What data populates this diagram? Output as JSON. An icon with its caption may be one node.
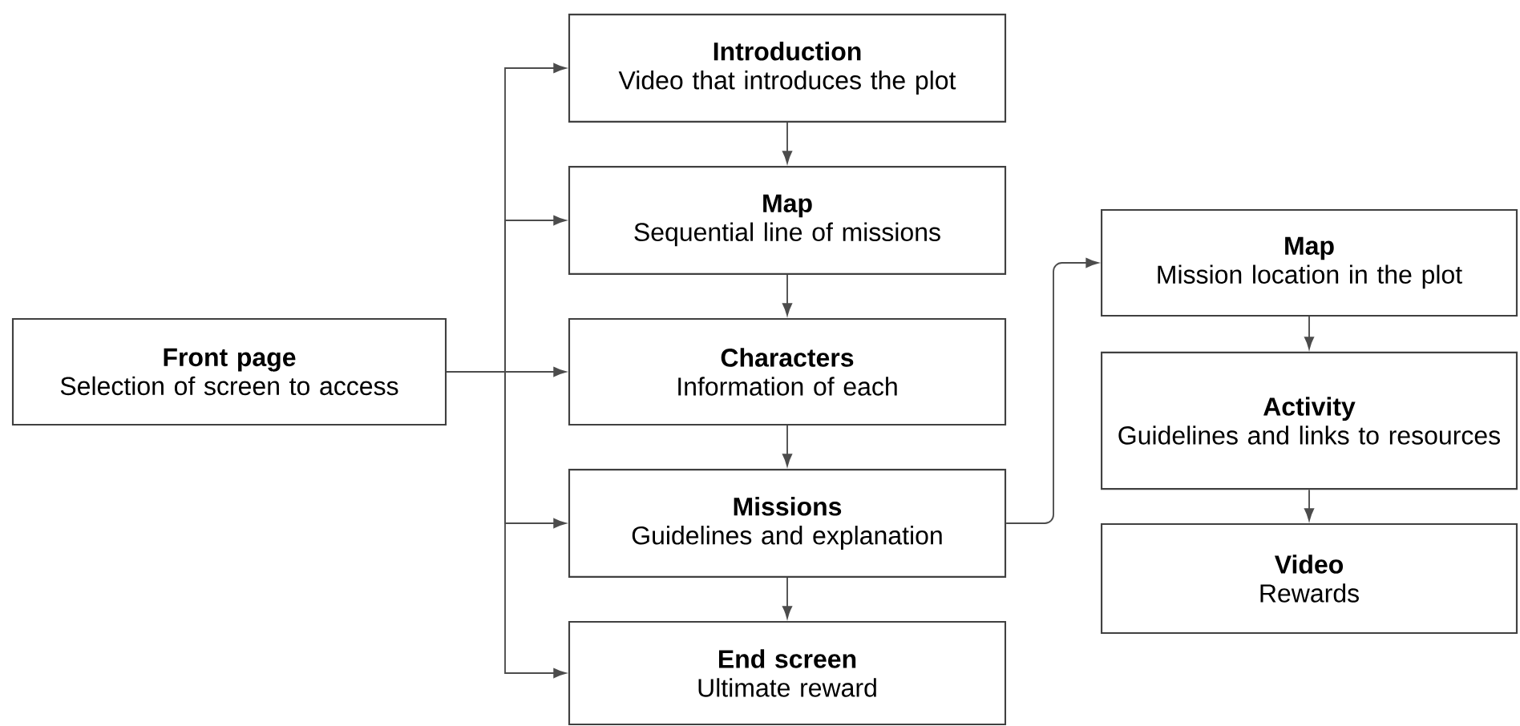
{
  "diagram": {
    "nodes": [
      {
        "text": [
          "Front page",
          "Selection of screen to access"
        ]
      },
      {
        "text": [
          "Introduction",
          "Video that introduces the plot"
        ]
      },
      {
        "text": [
          "Map",
          "Sequential line of missions"
        ]
      },
      {
        "text": [
          "Characters",
          "Information of each"
        ]
      },
      {
        "text": [
          "Missions",
          "Guidelines and explanation"
        ]
      },
      {
        "text": [
          "End screen",
          "Ultimate reward"
        ]
      },
      {
        "text": [
          "Map",
          "Mission location in the plot"
        ]
      },
      {
        "text": [
          "Activity",
          "Guidelines and links to resources"
        ]
      },
      {
        "text": [
          "Video",
          "Rewards"
        ]
      }
    ],
    "edges": [
      {
        "from": 0,
        "to": 1,
        "arrow": "to"
      },
      {
        "from": 0,
        "to": 2,
        "arrow": "to"
      },
      {
        "from": 0,
        "to": 3,
        "arrow": "to"
      },
      {
        "from": 0,
        "to": 4,
        "arrow": "to"
      },
      {
        "from": 0,
        "to": 5,
        "arrow": "to"
      },
      {
        "from": 1,
        "to": 2,
        "arrow": "to"
      },
      {
        "from": 2,
        "to": 3,
        "arrow": "to"
      },
      {
        "from": 3,
        "to": 4,
        "arrow": "to"
      },
      {
        "from": 4,
        "to": 5,
        "arrow": "to"
      },
      {
        "from": 4,
        "to": 6,
        "arrow": "to"
      },
      {
        "from": 6,
        "to": 7,
        "arrow": "to"
      },
      {
        "from": 7,
        "to": 8,
        "arrow": "to"
      }
    ]
  }
}
